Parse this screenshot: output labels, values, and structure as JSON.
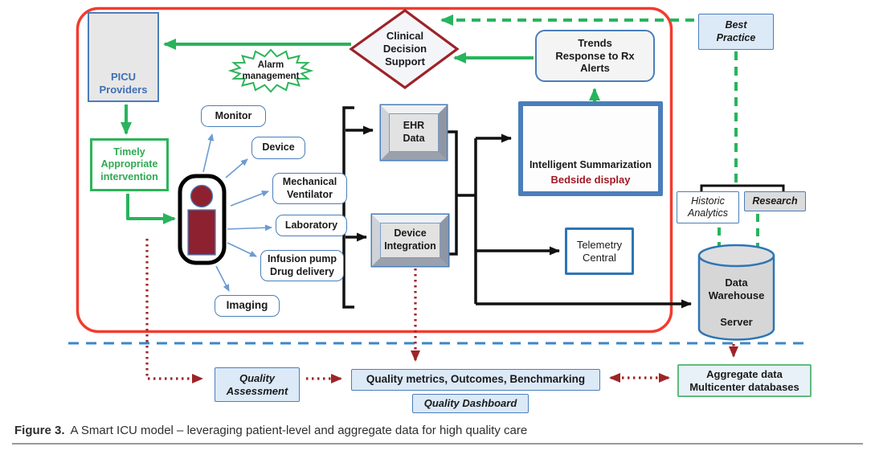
{
  "figure": {
    "caption_label": "Figure 3.",
    "caption_text": "A Smart ICU model – leveraging patient-level and aggregate data for high quality care"
  },
  "nodes": {
    "picu_providers": "PICU\nProviders",
    "alarm_management": "Alarm\nmanagement",
    "clinical_decision_support": "Clinical\nDecision\nSupport",
    "trends": "Trends\nResponse to Rx\nAlerts",
    "best_practice": "Best\nPractice",
    "timely_intervention": "Timely\nAppropriate\nintervention",
    "monitor": "Monitor",
    "device": "Device",
    "mechanical_ventilator": "Mechanical\nVentilator",
    "laboratory": "Laboratory",
    "infusion_pump": "Infusion pump\nDrug delivery",
    "imaging": "Imaging",
    "ehr_data": "EHR\nData",
    "device_integration": "Device\nIntegration",
    "intelligent_summarization": "Intelligent Summarization",
    "bedside_display": "Bedside display",
    "telemetry_central": "Telemetry\nCentral",
    "historic_analytics": "Historic\nAnalytics",
    "research": "Research",
    "data_warehouse": "Data\nWarehouse",
    "server": "Server",
    "quality_assessment": "Quality\nAssessment",
    "quality_metrics": "Quality metrics, Outcomes, Benchmarking",
    "quality_dashboard": "Quality Dashboard",
    "aggregate_data": "Aggregate data\nMulticenter databases"
  },
  "icons": {
    "picu_providers": "two-person-icon",
    "patient": "patient-body-icon",
    "alarm": "starburst-shape",
    "decision": "diamond-shape",
    "warehouse": "database-cylinder-icon",
    "bedside_chart": "trend-curves-icon"
  },
  "colors": {
    "boundary_red": "#f23b2d",
    "flow_green": "#28b45c",
    "maroon_accent": "#9e2428",
    "blue_border": "#4a7ebb",
    "deep_blue": "#2e75b6",
    "light_blue_fill": "#dce9f7",
    "dashed_blue_line": "#3a87c8",
    "aggregate_green_border": "#5fba7d",
    "patient_fill": "#8e2130"
  }
}
